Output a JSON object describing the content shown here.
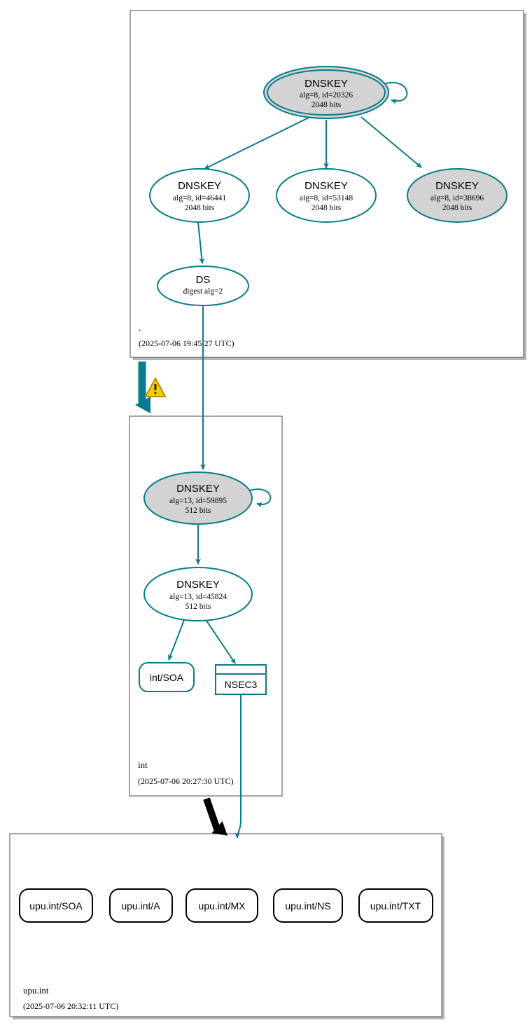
{
  "graph": {
    "type": "dnssec-authentication-chain",
    "colors": {
      "secure": "#0a7b8c",
      "insecure": "#000000",
      "sep_fill": "#d3d3d3",
      "plain_fill": "#ffffff",
      "zone_border": "#4d4d4d",
      "warning_fill": "#ffcc00",
      "warning_border": "#b38f00"
    },
    "zones": [
      {
        "id": "root",
        "name": ".",
        "timestamp": "(2025-07-06 19:45:27 UTC)",
        "nodes": [
          {
            "id": "root-ksk",
            "kind": "DNSKEY",
            "title": "DNSKEY",
            "line2": "alg=8, id=20326",
            "line3": "2048 bits",
            "alg": 8,
            "key_id": 20326,
            "bits": 2048,
            "sep": true,
            "double_ring": true,
            "fill": "gray",
            "self_sign": true
          },
          {
            "id": "root-zsk-46441",
            "kind": "DNSKEY",
            "title": "DNSKEY",
            "line2": "alg=8, id=46441",
            "line3": "2048 bits",
            "alg": 8,
            "key_id": 46441,
            "bits": 2048,
            "sep": false,
            "double_ring": false,
            "fill": "white",
            "self_sign": false
          },
          {
            "id": "root-zsk-53148",
            "kind": "DNSKEY",
            "title": "DNSKEY",
            "line2": "alg=8, id=53148",
            "line3": "2048 bits",
            "alg": 8,
            "key_id": 53148,
            "bits": 2048,
            "sep": false,
            "double_ring": false,
            "fill": "white",
            "self_sign": false
          },
          {
            "id": "root-zsk-38696",
            "kind": "DNSKEY",
            "title": "DNSKEY",
            "line2": "alg=8, id=38696",
            "line3": "2048 bits",
            "alg": 8,
            "key_id": 38696,
            "bits": 2048,
            "sep": false,
            "double_ring": false,
            "fill": "gray",
            "self_sign": false
          },
          {
            "id": "root-ds",
            "kind": "DS",
            "title": "DS",
            "line2": "digest alg=2",
            "line3": "",
            "digest_alg": 2,
            "fill": "white"
          }
        ]
      },
      {
        "id": "int",
        "name": "int",
        "timestamp": "(2025-07-06 20:27:30 UTC)",
        "nodes": [
          {
            "id": "int-ksk",
            "kind": "DNSKEY",
            "title": "DNSKEY",
            "line2": "alg=13, id=59895",
            "line3": "512 bits",
            "alg": 13,
            "key_id": 59895,
            "bits": 512,
            "sep": true,
            "double_ring": false,
            "fill": "gray",
            "self_sign": true
          },
          {
            "id": "int-zsk",
            "kind": "DNSKEY",
            "title": "DNSKEY",
            "line2": "alg=13, id=45824",
            "line3": "512 bits",
            "alg": 13,
            "key_id": 45824,
            "bits": 512,
            "sep": false,
            "double_ring": false,
            "fill": "white",
            "self_sign": false
          },
          {
            "id": "int-soa",
            "kind": "RRset",
            "title": "int/SOA",
            "shape": "rounded-rect",
            "status": "secure"
          },
          {
            "id": "int-nsec3",
            "kind": "NSEC3",
            "title": "NSEC3",
            "shape": "record-box",
            "status": "secure"
          }
        ]
      },
      {
        "id": "upu-int",
        "name": "upu.int",
        "timestamp": "(2025-07-06 20:32:11 UTC)",
        "nodes": [
          {
            "id": "upu-soa",
            "kind": "RRset",
            "title": "upu.int/SOA",
            "shape": "rounded-rect",
            "status": "insecure"
          },
          {
            "id": "upu-a",
            "kind": "RRset",
            "title": "upu.int/A",
            "shape": "rounded-rect",
            "status": "insecure"
          },
          {
            "id": "upu-mx",
            "kind": "RRset",
            "title": "upu.int/MX",
            "shape": "rounded-rect",
            "status": "insecure"
          },
          {
            "id": "upu-ns",
            "kind": "RRset",
            "title": "upu.int/NS",
            "shape": "rounded-rect",
            "status": "insecure"
          },
          {
            "id": "upu-txt",
            "kind": "RRset",
            "title": "upu.int/TXT",
            "shape": "rounded-rect",
            "status": "insecure"
          }
        ]
      }
    ],
    "delegations": [
      {
        "from": "root",
        "to": "int",
        "status": "secure",
        "warning": true,
        "warning_icon": "warning-triangle-icon"
      },
      {
        "from": "int",
        "to": "upu-int",
        "status": "insecure",
        "warning": false
      }
    ]
  }
}
